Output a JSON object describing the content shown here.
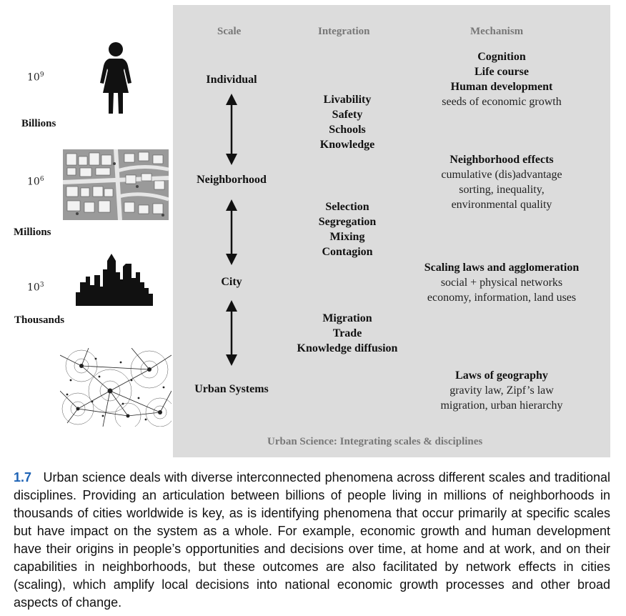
{
  "left": {
    "rows": [
      {
        "power_base": "10",
        "power_exp": "9",
        "label": "Billions",
        "icon": "person-icon"
      },
      {
        "power_base": "10",
        "power_exp": "6",
        "label": "Millions",
        "icon": "neighborhood-map-icon"
      },
      {
        "power_base": "10",
        "power_exp": "3",
        "label": "Thousands",
        "icon": "city-skyline-icon"
      },
      {
        "icon": "urban-network-map-icon"
      }
    ]
  },
  "panel": {
    "headers": {
      "scale": "Scale",
      "integration": "Integration",
      "mechanism": "Mechanism"
    },
    "scales": [
      "Individual",
      "Neighborhood",
      "City",
      "Urban Systems"
    ],
    "integration": [
      [
        "Livability",
        "Safety",
        "Schools",
        "Knowledge"
      ],
      [
        "Selection",
        "Segregation",
        "Mixing",
        "Contagion"
      ],
      [
        "Migration",
        "Trade",
        "Knowledge diffusion"
      ]
    ],
    "mechanisms": [
      {
        "bold": [
          "Cognition",
          "Life course",
          "Human development"
        ],
        "plain": [
          "seeds of economic growth"
        ]
      },
      {
        "bold": [
          "Neighborhood effects"
        ],
        "plain": [
          "cumulative (dis)advantage",
          "sorting, inequality,",
          "environmental quality"
        ]
      },
      {
        "bold": [
          "Scaling laws and agglomeration"
        ],
        "plain": [
          "social + physical networks",
          "economy, information, land uses"
        ]
      },
      {
        "bold": [
          "Laws of geography"
        ],
        "plain": [
          "gravity law, Zipf’s law",
          "migration, urban hierarchy"
        ]
      }
    ],
    "footer": "Urban Science: Integrating scales & disciplines"
  },
  "caption": {
    "number": "1.7",
    "text": "Urban science deals with diverse interconnected phenomena across different scales and traditional disciplines. Providing an articulation between billions of people living in millions of neighborhoods in thousands of cities worldwide is key, as is identifying phenomena that occur primarily at specific scales but have impact on the system as a whole. For example, economic growth and human development have their origins in people’s opportunities and decisions over time, at home and at work, and on their capabilities in neighborhoods, but these outcomes are also facilitated by network effects in cities (scaling), which amplify local decisions into national economic growth processes and other broad aspects of change."
  }
}
